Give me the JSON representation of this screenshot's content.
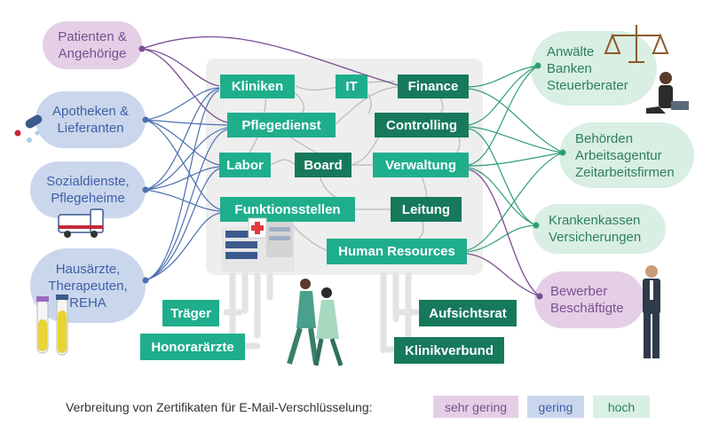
{
  "groups": {
    "patients": "Patienten &\nAngehörige",
    "pharmacies": "Apotheken &\nLieferanten",
    "social": "Sozialdienste,\nPflegeheime",
    "doctors": "Hausärzte,\nTherapeuten,\nREHA",
    "lawyers": "Anwälte\nBanken\nSteuerberater",
    "authorities": "Behörden\nArbeitsagentur\nZeitarbeitsfirmen",
    "insurers": "Krankenkassen\nVersicherungen",
    "applicants": "Bewerber\nBeschäftigte"
  },
  "departments": {
    "kliniken": "Kliniken",
    "it": "IT",
    "finance": "Finance",
    "pflegedienst": "Pflegedienst",
    "controlling": "Controlling",
    "labor": "Labor",
    "board": "Board",
    "verwaltung": "Verwaltung",
    "funktionsstellen": "Funktionsstellen",
    "leitung": "Leitung",
    "hr": "Human Resources"
  },
  "external": {
    "traeger": "Träger",
    "honorar": "Honorarärzte",
    "aufsichtsrat": "Aufsichtsrat",
    "klinikverbund": "Klinikverbund"
  },
  "legend": {
    "title": "Verbreitung von Zertifikaten für E-Mail-Verschlüsselung:",
    "low": "sehr gering",
    "mid": "gering",
    "high": "hoch"
  },
  "colors": {
    "very_low": "#e4cfe6",
    "low": "#cad6ec",
    "high": "#d9efe4",
    "dept_light": "#1fae8c",
    "dept_dark": "#17795c",
    "line_purple": "#7a4f91",
    "line_blue": "#4c6fb0",
    "line_green": "#2f9e74"
  }
}
